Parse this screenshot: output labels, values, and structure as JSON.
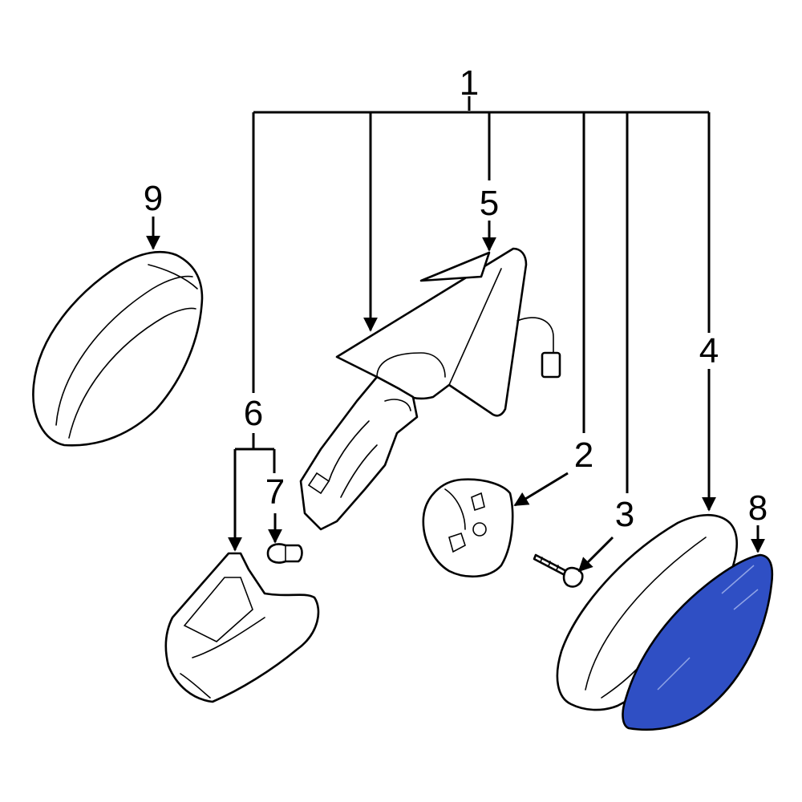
{
  "diagram": {
    "callouts": {
      "c1": "1",
      "c2": "2",
      "c3": "3",
      "c4": "4",
      "c5": "5",
      "c6": "6",
      "c7": "7",
      "c8": "8",
      "c9": "9"
    },
    "colors": {
      "line": "#000000",
      "background": "#ffffff",
      "highlight_glass": "#2f4fc4"
    }
  }
}
